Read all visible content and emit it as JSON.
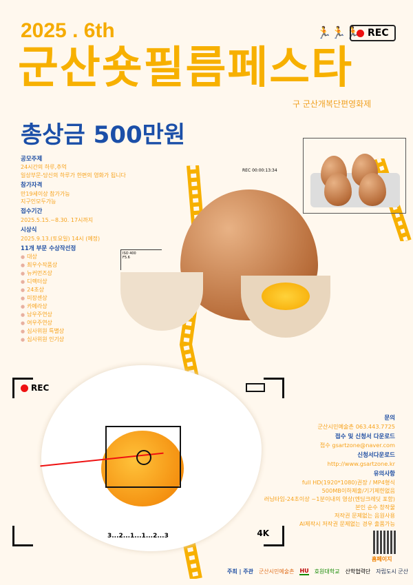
{
  "header": {
    "year": "2025 . 6th",
    "title": "군산숏필름페스타",
    "subtitle": "구 군산개복단편영화제",
    "prize": "총상금 500만원",
    "rec": "REC"
  },
  "info": {
    "theme_h": "공모주제",
    "theme_1": "24시간의 하루,추억",
    "theme_2": "일상부문-당신의 하루가 한편의 영화가 됩니다",
    "elig_h": "참가자격",
    "elig_1": "만19세이상 참가가능",
    "elig_2": "지구인모두가능",
    "period_h": "접수기간",
    "period": "2025.5.15.~8.30. 17시까지",
    "ceremony_h": "시상식",
    "ceremony": "2025.9.13.(토요일) 14시 (예정)",
    "awards_h": "11개 부문 수상작선정",
    "awards": [
      "대상",
      "최우수작품상",
      "뉴커먼즈상",
      "디렉터상",
      "24초상",
      "미장센상",
      "카메라상",
      "남우주연상",
      "여우주연상",
      "심사위원 특별상",
      "심사위원 인기상"
    ]
  },
  "contact": {
    "inq_h": "문의",
    "inq": "군산시민예술촌 063.443.7725",
    "submit_h": "접수 및 신청서 다운로드",
    "submit": "접수 gsartzone@naver.com",
    "form_h": "신청서다운로드",
    "form": "http://www.gsartzone.kr",
    "notes_h": "유의사항",
    "notes": [
      "full HD(1920*1080)권장 / MP4형식",
      "500MB이하제출/기기제한없음",
      "러닝타임-24초이상 ~1분이내의 영상(엔딩크레딧 포함)",
      "본인 순수 창작물",
      "저작권 문제없는 음원사용",
      "AI제작시 저작권 문제없는 경우 출품가능"
    ],
    "qr_label": "홈페이지"
  },
  "camera": {
    "rec": "REC",
    "res": "4K",
    "countdown": "3...2...1...1...2...3",
    "timecode": "00:00:13:34",
    "iso": "ISO 400",
    "fstop": "F5.6"
  },
  "footer": {
    "host": "주최 | 주관",
    "org1": "군산시민예술촌",
    "org2": "호원대학교",
    "org2_logo": "HU",
    "org3": "산학협력단",
    "org4": "자립도시 군산"
  },
  "colors": {
    "orange": "#f7b000",
    "blue": "#1f4fa3",
    "bg": "#fff8ee"
  }
}
